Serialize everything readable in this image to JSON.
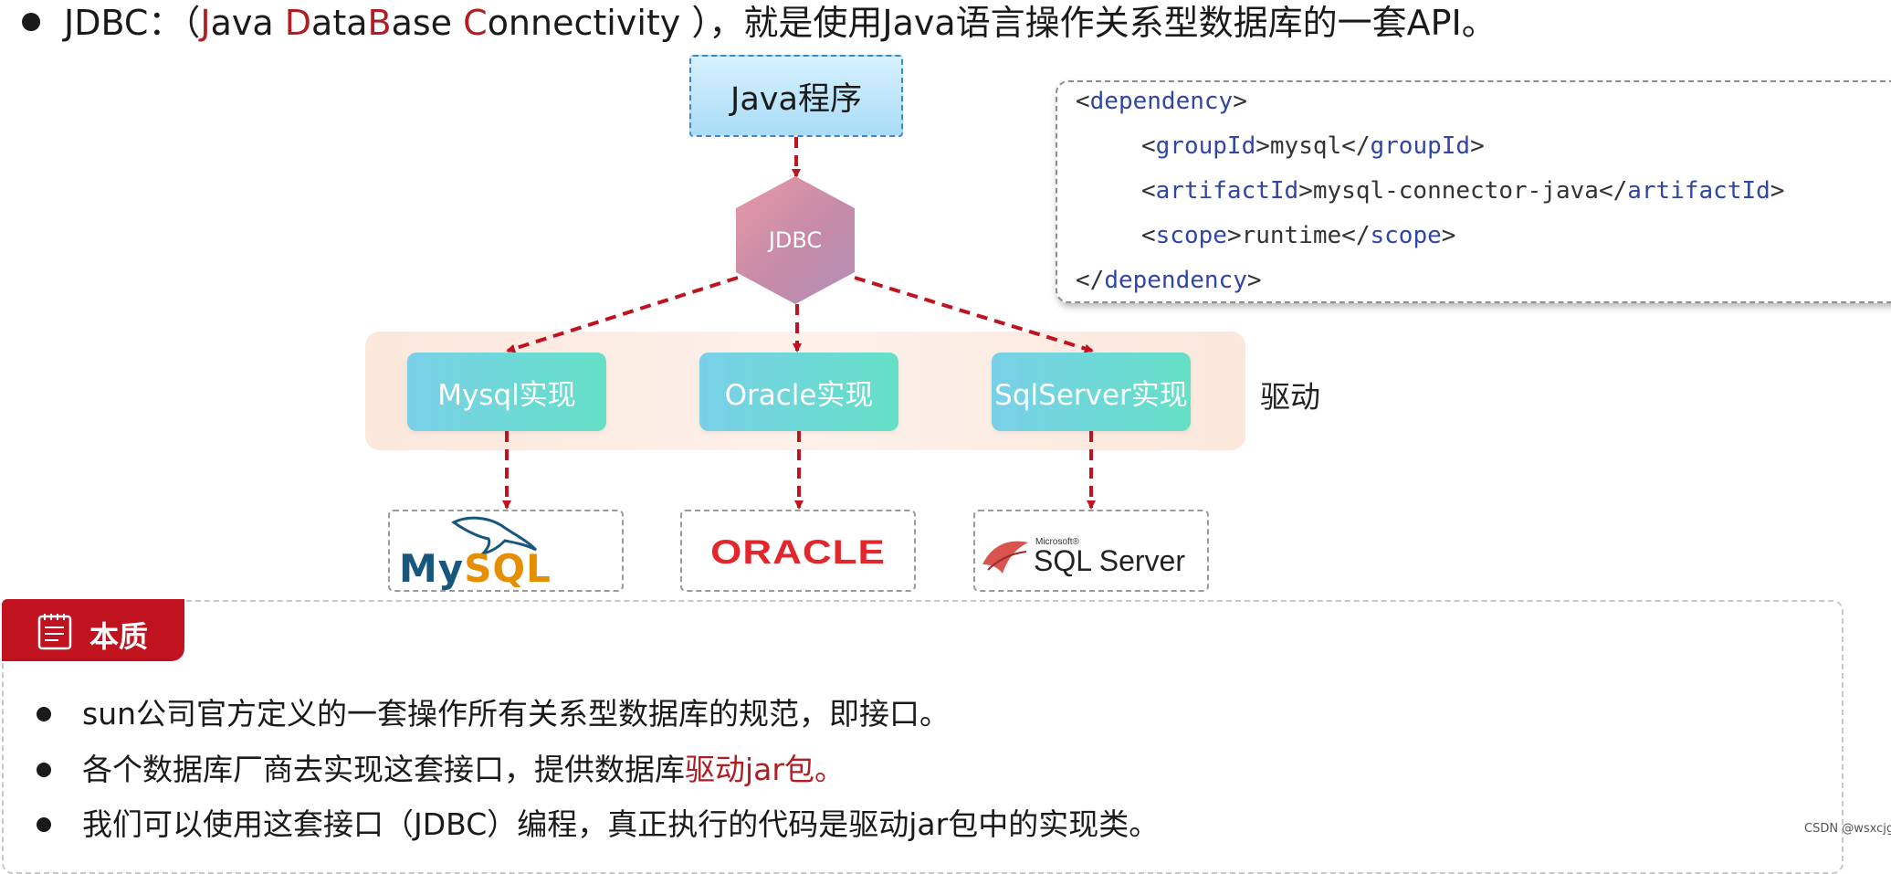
{
  "title": {
    "prefix": "JDBC：（",
    "j_letter": "J",
    "j_rest": "ava ",
    "d_letter": "D",
    "d_rest": "ata",
    "b_letter": "B",
    "b_rest": "ase ",
    "c_letter": "C",
    "c_rest": "onnectivity ）",
    "suffix": "，就是使用Java语言操作关系型数据库的一套API。"
  },
  "diagram": {
    "java_program": "Java程序",
    "jdbc": "JDBC",
    "impls": [
      "Mysql实现",
      "Oracle实现",
      "SqlServer实现"
    ],
    "driver_label": "驱动",
    "logos": {
      "mysql_my": "My",
      "mysql_sql": "SQL",
      "oracle": "ORACLE",
      "ms_small": "Microsoft®",
      "sqlserver": "SQL Server"
    }
  },
  "code": {
    "dependency_open": "dependency",
    "groupId_tag": "groupId",
    "groupId_value": "mysql",
    "artifactId_tag": "artifactId",
    "artifactId_value": "mysql-connector-java",
    "scope_tag": "scope",
    "scope_value": "runtime",
    "dependency_close": "dependency"
  },
  "essence": {
    "title": "本质",
    "line1": "sun公司官方定义的一套操作所有关系型数据库的规范，即接口。",
    "line2_prefix": "各个数据库厂商去实现这套接口，提供数据库",
    "line2_highlight": "驱动jar包。",
    "line3": "我们可以使用这套接口（JDBC）编程，真正执行的代码是驱动jar包中的实现类。"
  },
  "watermark": "CSDN @wsxcjg",
  "colors": {
    "accent_red": "#b01e23",
    "tag_blue": "#2f46a8",
    "arrow_red": "#c0121f"
  }
}
